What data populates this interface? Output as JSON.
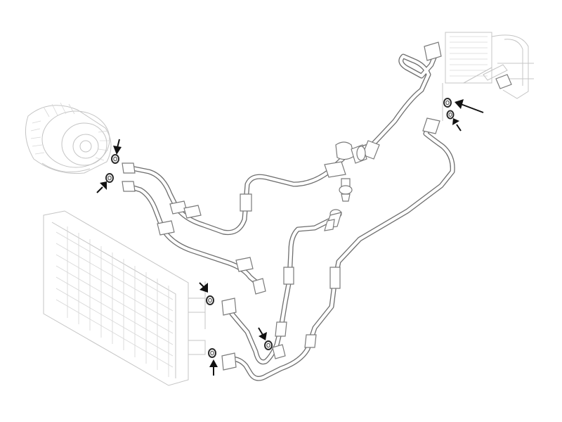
{
  "diagram": {
    "colors": {
      "pipe_outline": "#6e6e6e",
      "ghost_outline": "#c4c4c4",
      "o_ring": "#2a2a2a",
      "arrow": "#111111",
      "background": "#ffffff"
    },
    "components": [
      "compressor",
      "condenser",
      "evaporator",
      "refrigerant-lines",
      "receiver-drier",
      "pressure-switch",
      "o-rings"
    ],
    "indicator_arrows_count": 7,
    "o_ring_count": 7
  }
}
